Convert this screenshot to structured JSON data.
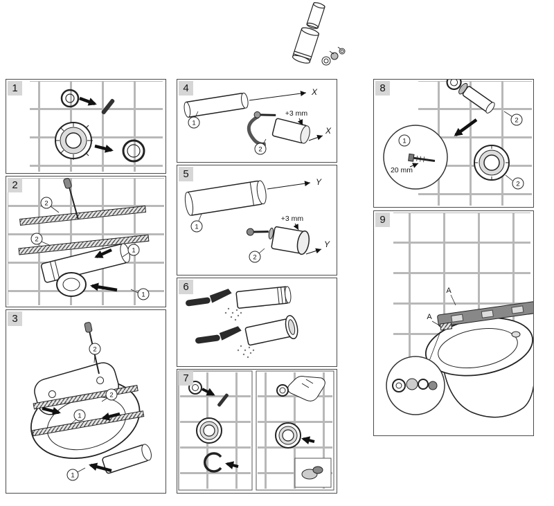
{
  "document": {
    "type": "assembly-instruction-sheet",
    "background": "#ffffff",
    "line_color": "#1a1a1a",
    "grout_color": "#b8b8b8",
    "badge_bg": "#d6d6d6"
  },
  "panels": {
    "p1": {
      "num": "1"
    },
    "p2": {
      "num": "2",
      "c2a": "2",
      "c2b": "2",
      "c1a": "1",
      "c1b": "1"
    },
    "p3": {
      "num": "3",
      "c2a": "2",
      "c2b": "2",
      "c1a": "1",
      "c1b": "1"
    },
    "p4": {
      "num": "4",
      "c1": "1",
      "c2": "2",
      "dim_top": "X",
      "offset": "+3 mm",
      "dim_bottom": "X"
    },
    "p5": {
      "num": "5",
      "c1": "1",
      "c2": "2",
      "dim_top": "Y",
      "offset": "+3 mm",
      "dim_bottom": "Y"
    },
    "p6": {
      "num": "6"
    },
    "p7": {
      "num": "7"
    },
    "p8": {
      "num": "8",
      "c1": "1",
      "c2a": "2",
      "c2b": "2",
      "dim": "20 mm"
    },
    "p9": {
      "num": "9",
      "labelA1": "A",
      "labelA2": "A"
    }
  }
}
